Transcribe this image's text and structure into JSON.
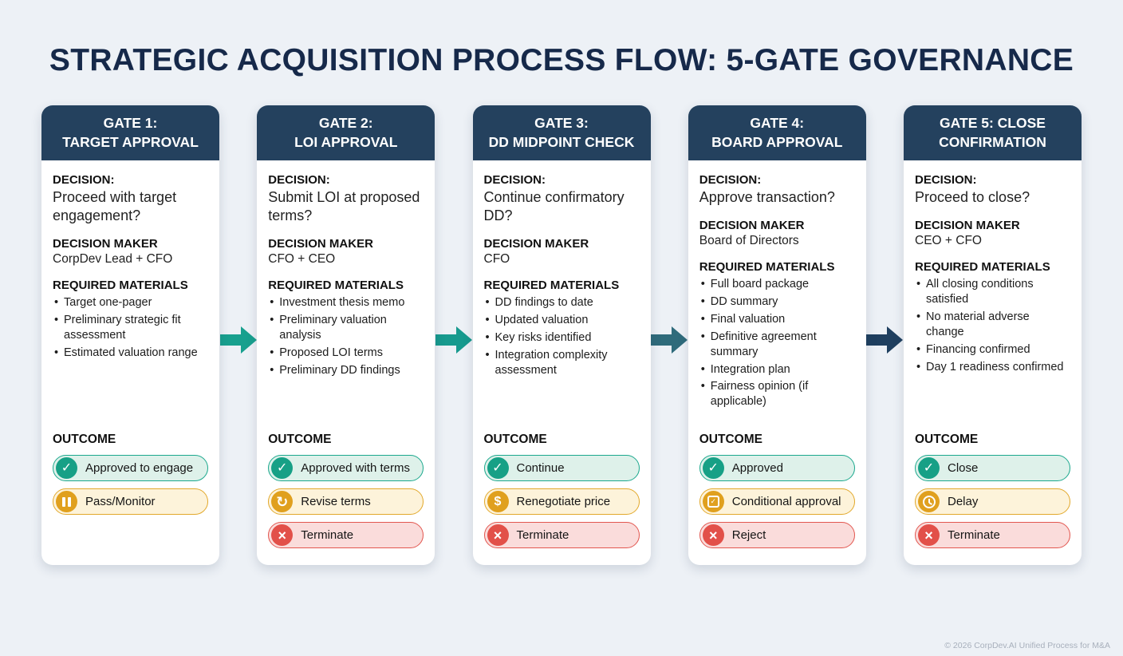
{
  "title": "STRATEGIC ACQUISITION PROCESS FLOW: 5-GATE GOVERNANCE",
  "labels": {
    "decision": "DECISION:",
    "maker": "DECISION MAKER",
    "materials": "REQUIRED MATERIALS",
    "outcome": "OUTCOME"
  },
  "icons": {
    "check": "✓",
    "x": "×",
    "refresh": "↻",
    "dollar": "$"
  },
  "colors": {
    "page_bg": "#edf1f6",
    "title_text": "#16294a",
    "card_header_bg": "#24415e",
    "success_fill": "#def1ea",
    "success_border": "#1ba88d",
    "success_circle": "#17a086",
    "warning_fill": "#fdf3da",
    "warning_border": "#e2a82b",
    "warning_circle": "#e0a01e",
    "danger_fill": "#fadcdb",
    "danger_border": "#e2564f",
    "danger_circle": "#e25049"
  },
  "arrows": [
    {
      "color": "#18a08e"
    },
    {
      "color": "#179a8e"
    },
    {
      "color": "#2f6b7b"
    },
    {
      "color": "#1f3f5f"
    }
  ],
  "gates": [
    {
      "title_line1": "GATE 1:",
      "title_line2": "TARGET APPROVAL",
      "decision": "Proceed with target engagement?",
      "maker": "CorpDev Lead + CFO",
      "materials": [
        "Target one-pager",
        "Preliminary strategic fit assessment",
        "Estimated valuation range"
      ],
      "outcomes": [
        {
          "label": "Approved to engage",
          "type": "success",
          "icon": "check-icon"
        },
        {
          "label": "Pass/Monitor",
          "type": "warning",
          "icon": "pause-icon"
        }
      ]
    },
    {
      "title_line1": "GATE 2:",
      "title_line2": "LOI APPROVAL",
      "decision": "Submit LOI at proposed terms?",
      "maker": "CFO + CEO",
      "materials": [
        "Investment thesis memo",
        "Preliminary valuation analysis",
        "Proposed LOI terms",
        "Preliminary DD findings"
      ],
      "outcomes": [
        {
          "label": "Approved with terms",
          "type": "success",
          "icon": "check-icon"
        },
        {
          "label": "Revise terms",
          "type": "warning",
          "icon": "refresh-icon"
        },
        {
          "label": "Terminate",
          "type": "danger",
          "icon": "x-icon"
        }
      ]
    },
    {
      "title_line1": "GATE 3:",
      "title_line2": "DD MIDPOINT CHECK",
      "decision": "Continue confirmatory DD?",
      "maker": "CFO",
      "materials": [
        "DD findings to date",
        "Updated valuation",
        "Key risks identified",
        "Integration complexity assessment"
      ],
      "outcomes": [
        {
          "label": "Continue",
          "type": "success",
          "icon": "check-icon"
        },
        {
          "label": "Renegotiate price",
          "type": "warning",
          "icon": "dollar-icon"
        },
        {
          "label": "Terminate",
          "type": "danger",
          "icon": "x-icon"
        }
      ]
    },
    {
      "title_line1": "GATE 4:",
      "title_line2": "BOARD APPROVAL",
      "decision": "Approve transaction?",
      "maker": "Board of Directors",
      "materials": [
        "Full board package",
        "DD summary",
        "Final valuation",
        "Definitive agreement summary",
        "Integration plan",
        "Fairness opinion (if applicable)"
      ],
      "outcomes": [
        {
          "label": "Approved",
          "type": "success",
          "icon": "check-icon"
        },
        {
          "label": "Conditional approval",
          "type": "warning",
          "icon": "checkbox-icon"
        },
        {
          "label": "Reject",
          "type": "danger",
          "icon": "x-icon"
        }
      ]
    },
    {
      "title_line1": "GATE 5: CLOSE",
      "title_line2": "CONFIRMATION",
      "decision": "Proceed to close?",
      "maker": "CEO + CFO",
      "materials": [
        "All closing conditions satisfied",
        "No material adverse change",
        "Financing confirmed",
        "Day 1 readiness confirmed"
      ],
      "outcomes": [
        {
          "label": "Close",
          "type": "success",
          "icon": "check-icon"
        },
        {
          "label": "Delay",
          "type": "warning",
          "icon": "clock-icon"
        },
        {
          "label": "Terminate",
          "type": "danger",
          "icon": "x-icon"
        }
      ]
    }
  ],
  "footer": "© 2026 CorpDev.AI Unified Process for M&A"
}
